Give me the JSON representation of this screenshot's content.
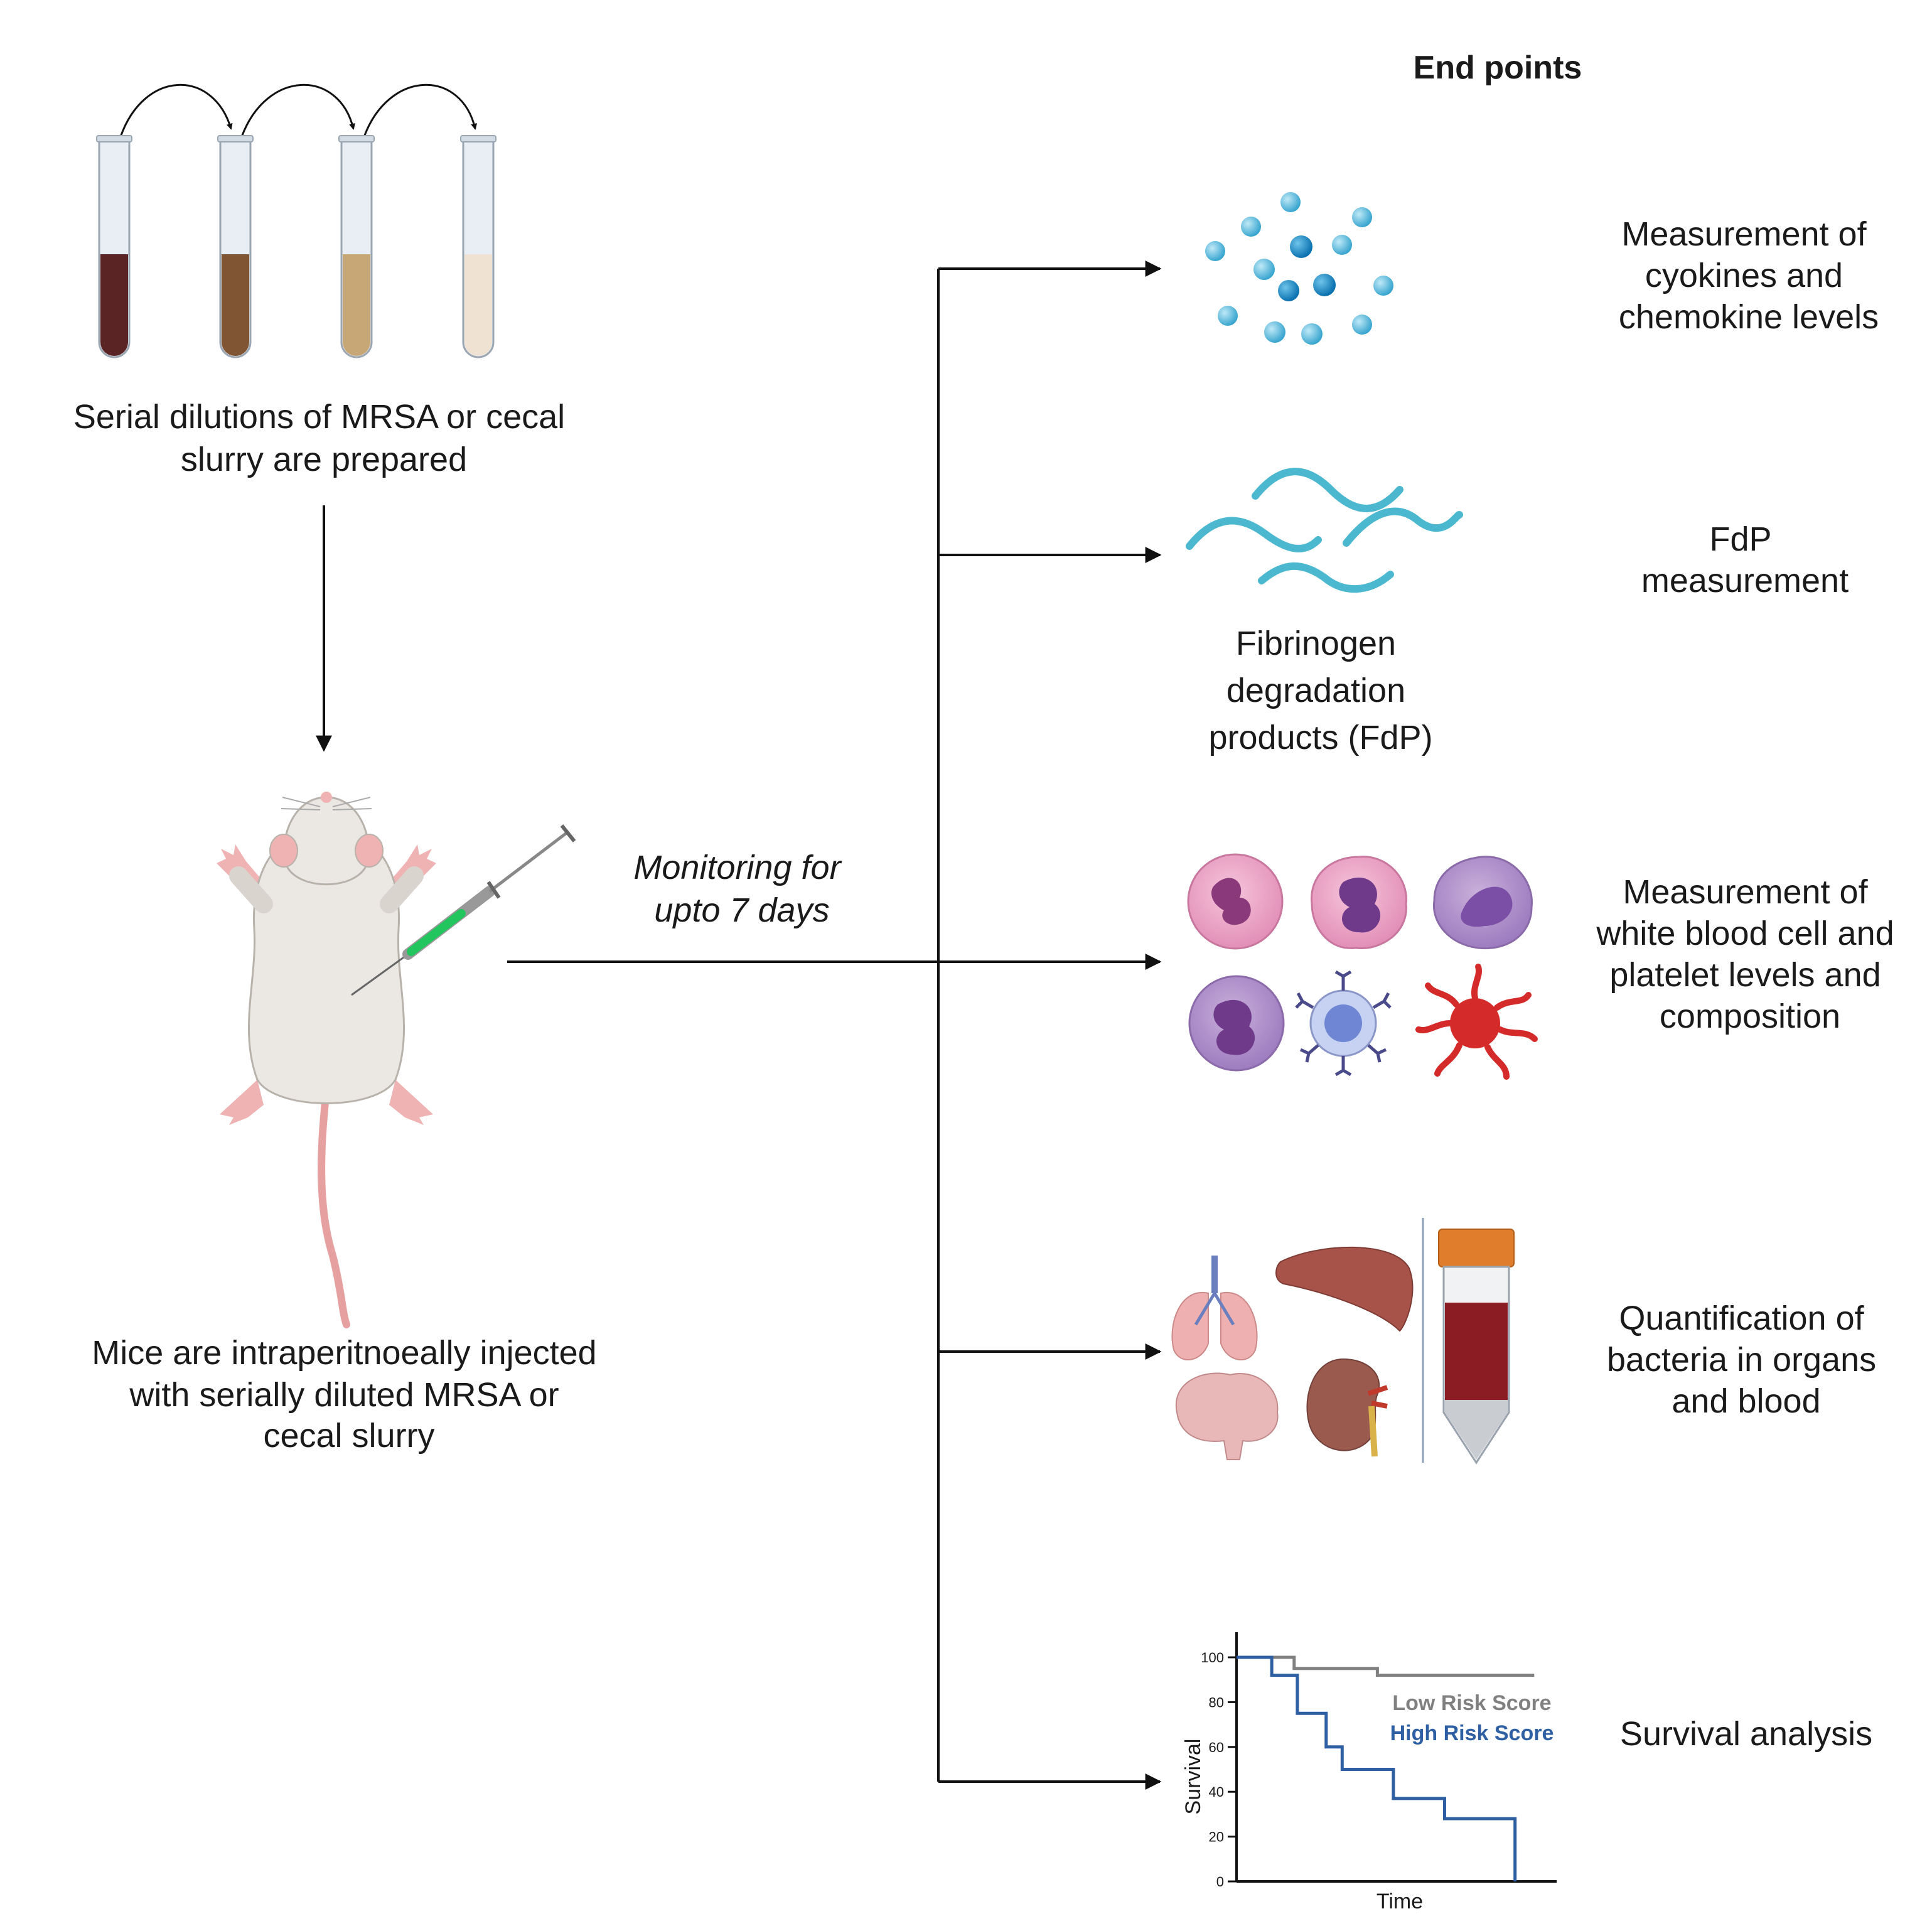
{
  "header": {
    "end_points_title": "End points"
  },
  "steps": {
    "dilution_caption": [
      "Serial dilutions of MRSA or cecal",
      "slurry are prepared"
    ],
    "injection_caption": [
      "Mice are intraperitnoeally injected",
      "with serially diluted MRSA or",
      "cecal slurry"
    ],
    "monitoring_label": [
      "Monitoring for",
      "upto 7 days"
    ]
  },
  "endpoints": {
    "cytokines": [
      "Measurement of",
      "cyokines and",
      "chemokine levels"
    ],
    "fdp_measurement": [
      "FdP",
      "measurement"
    ],
    "fdp_icon_caption": [
      "Fibrinogen",
      "degradation",
      "products (FdP)"
    ],
    "wbc": [
      "Measurement of",
      "white blood cell and",
      "platelet levels and",
      "composition"
    ],
    "bacteria": [
      "Quantification of",
      "bacteria in organs",
      "and blood"
    ],
    "survival": [
      "Survival analysis"
    ]
  },
  "tube_colors": [
    "#5a2425",
    "#7f5533",
    "#c8a777",
    "#efe2d3"
  ],
  "colors": {
    "low_risk": "#808080",
    "high_risk": "#2e5fa3",
    "fibrin_wave": "#4cb8d0",
    "syringe_fluid": "#22c55e"
  },
  "survival_chart": {
    "xlabel": "Time",
    "ylabel": "Survival",
    "yticks": [
      "100",
      "80",
      "60",
      "40",
      "20",
      "0"
    ],
    "legend": [
      "Low Risk Score",
      "High Risk Score"
    ]
  },
  "chart_data": {
    "type": "line",
    "xlabel": "Time",
    "ylabel": "Survival",
    "ylim": [
      0,
      100
    ],
    "yticks": [
      0,
      20,
      40,
      60,
      80,
      100
    ],
    "series": [
      {
        "name": "Low Risk Score",
        "x": [
          0,
          0.18,
          0.18,
          0.44,
          0.44,
          0.93
        ],
        "values": [
          100,
          100,
          95,
          95,
          92,
          92
        ]
      },
      {
        "name": "High Risk Score",
        "x": [
          0,
          0.11,
          0.11,
          0.19,
          0.19,
          0.28,
          0.28,
          0.33,
          0.33,
          0.49,
          0.49,
          0.65,
          0.65,
          0.87,
          0.87
        ],
        "values": [
          100,
          100,
          92,
          92,
          75,
          75,
          60,
          60,
          50,
          50,
          37,
          37,
          28,
          28,
          0
        ]
      }
    ]
  }
}
